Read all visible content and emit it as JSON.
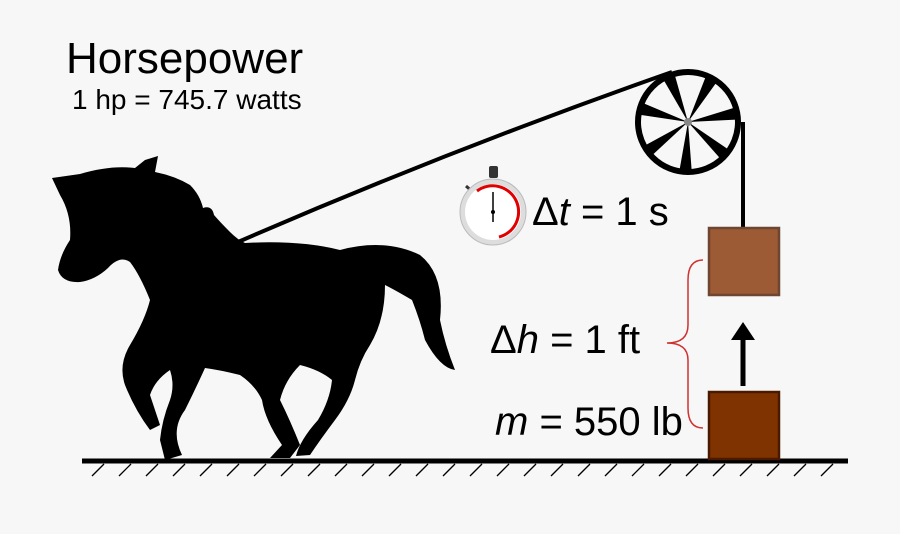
{
  "title": "Horsepower",
  "subtitle": "1 hp = 745.7 watts",
  "time_label": {
    "symbol": "Δ",
    "var": "t",
    "rest": " = 1 s"
  },
  "height_label": {
    "symbol": "Δ",
    "var": "h",
    "rest": " = 1 ft"
  },
  "mass_label": {
    "var": "m",
    "rest": " = 550 lb"
  },
  "colors": {
    "background": "#f7f7f7",
    "upper_box": "#9c5a35",
    "lower_box": "#7f3300",
    "brace": "#d03030",
    "stopwatch_accent": "#e00000"
  }
}
